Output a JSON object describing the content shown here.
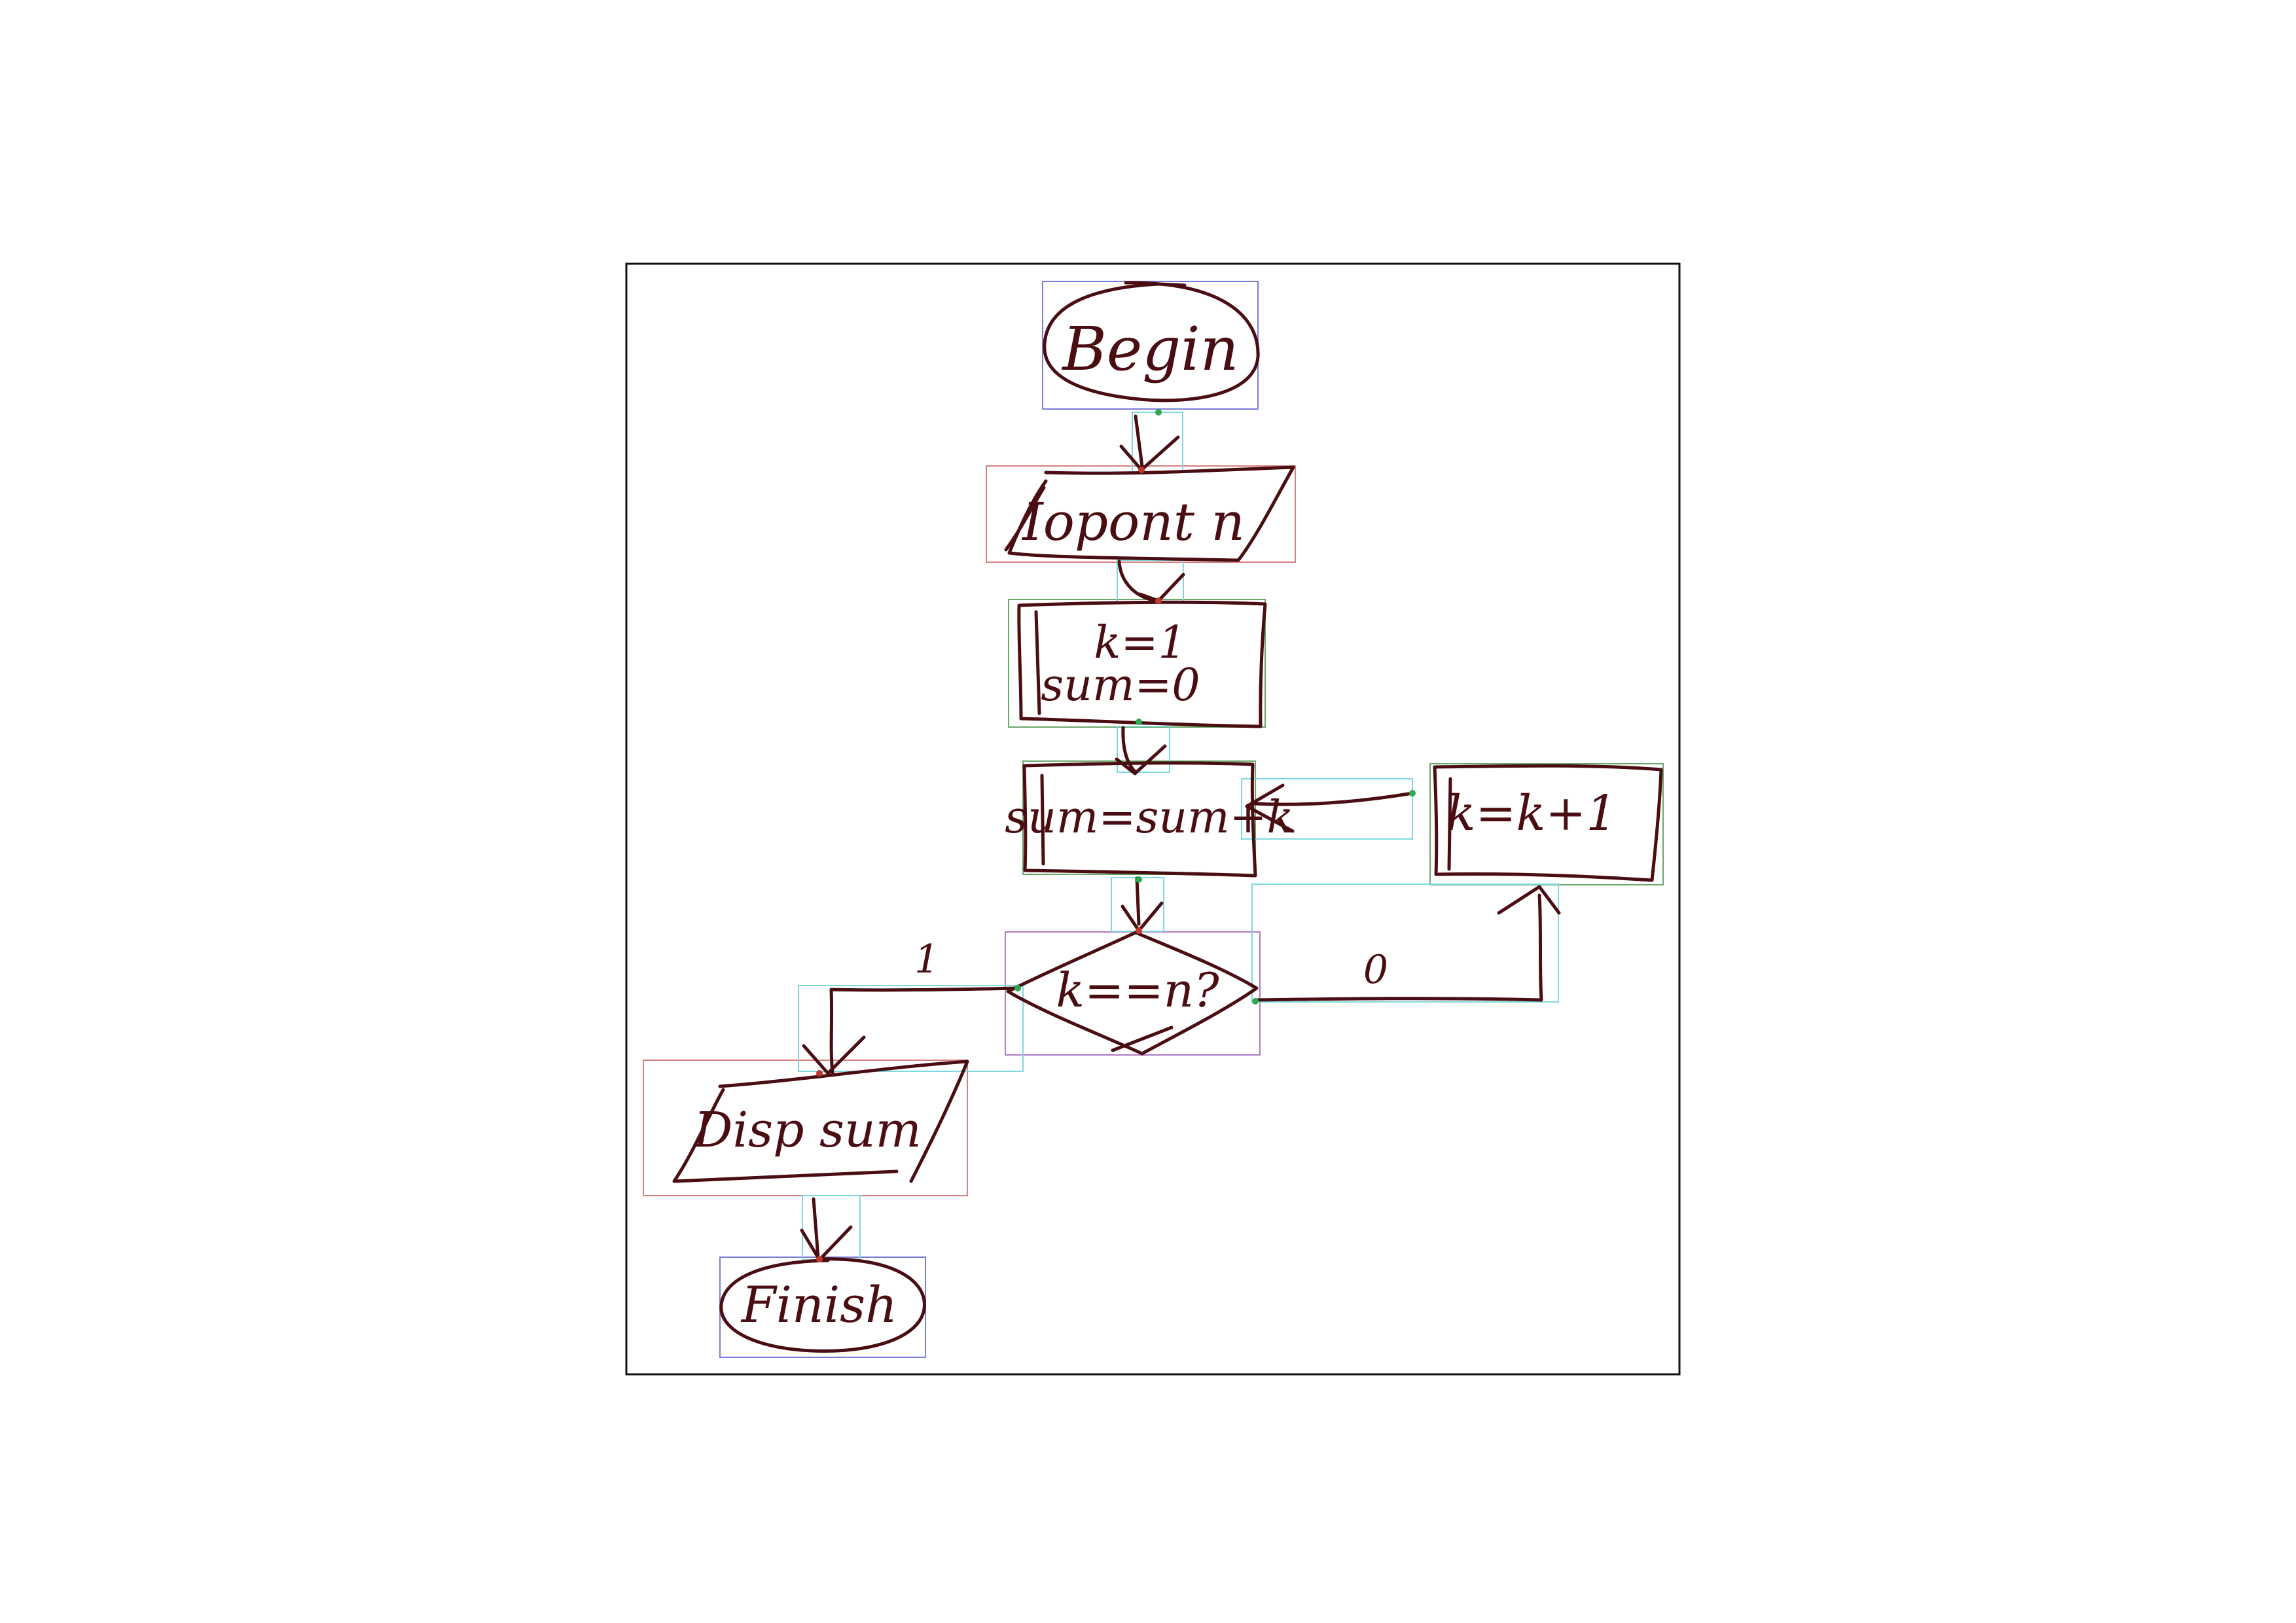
{
  "diagram": {
    "nodes": {
      "begin": "Begin",
      "input": "Iopont n",
      "init_1": "k=1",
      "init_2": "sum=0",
      "accumulate": "sum=sum+k",
      "increment": "k=k+1",
      "decision": "k==n?",
      "display": "Disp sum",
      "finish": "Finish"
    },
    "edge_labels": {
      "yes": "1",
      "no": "0"
    }
  },
  "colors": {
    "ink": "#4a0e12",
    "terminal_box": "#7b7bd8",
    "io_box": "#d48080",
    "process_box": "#6aa86a",
    "decision_box": "#b07ac8",
    "arrow_box": "#7fd8e0"
  }
}
